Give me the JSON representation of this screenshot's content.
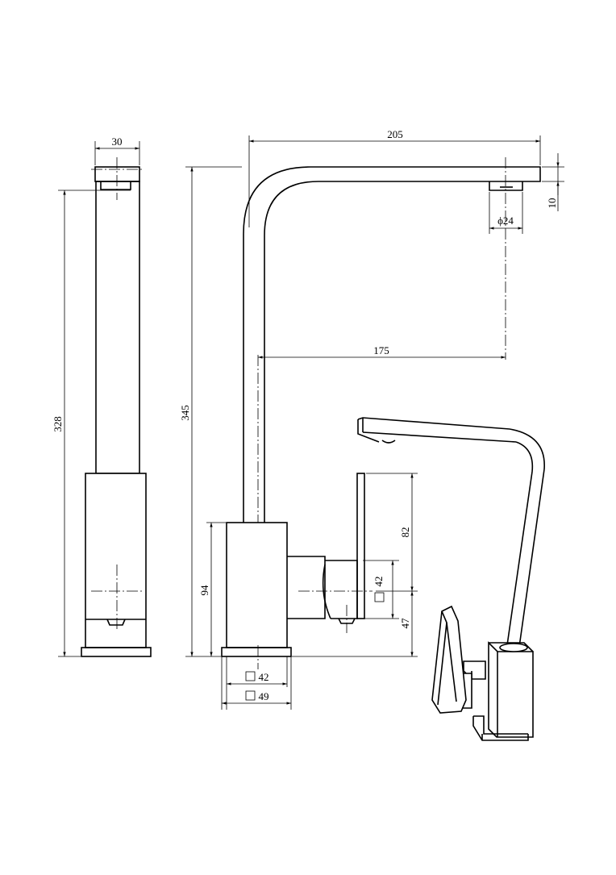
{
  "dimensions": {
    "side_width": "30",
    "side_height": "328",
    "front_height": "345",
    "spout_reach": "205",
    "spout_thickness": "10",
    "outlet_diameter": "ϕ24",
    "outlet_offset": "175",
    "handle_height": "82",
    "handle_square": "42",
    "handle_lower": "47",
    "body_height": "94",
    "body_square": "42",
    "base_square": "49"
  },
  "colors": {
    "line": "#000000",
    "background": "#ffffff"
  }
}
